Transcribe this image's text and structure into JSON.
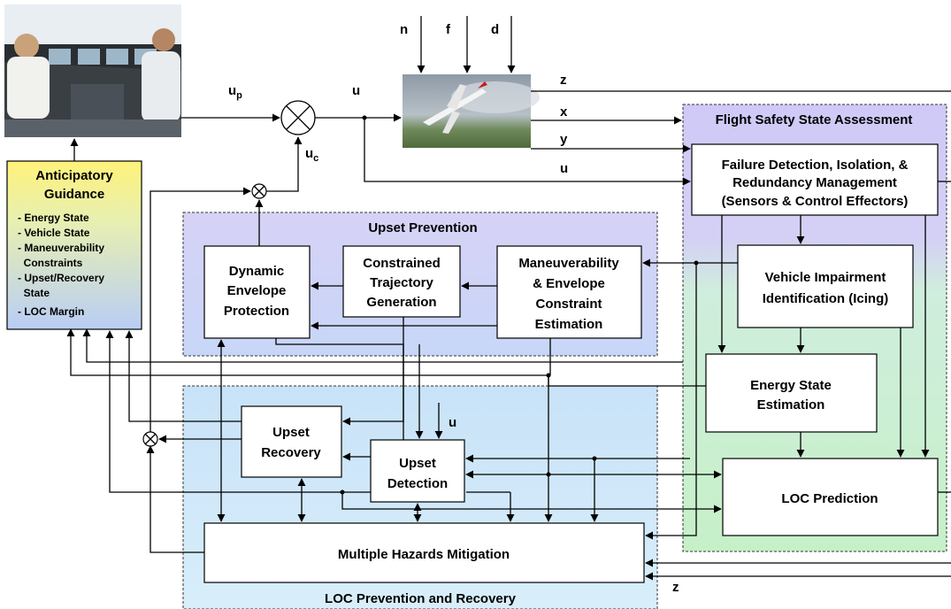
{
  "guidance": {
    "title_line1": "Anticipatory",
    "title_line2": "Guidance",
    "items": [
      "- Energy State",
      "- Vehicle State",
      "- Maneuverability",
      "  Constraints",
      "- Upset/Recovery",
      "  State",
      "- LOC Margin"
    ]
  },
  "signals": {
    "n": "n",
    "f": "f",
    "d": "d",
    "up": "u",
    "up_sub": "p",
    "uc": "u",
    "uc_sub": "c",
    "u": "u",
    "z": "z",
    "x": "x",
    "y": "y",
    "u_out": "u",
    "u_det": "u",
    "z_bottom": "z"
  },
  "regions": {
    "fssa": "Flight Safety State Assessment",
    "upset_prevention": "Upset Prevention",
    "loc_prevention": "LOC Prevention and Recovery"
  },
  "boxes": {
    "fdir": [
      "Failure Detection, Isolation, &",
      "Redundancy Management",
      "(Sensors & Control Effectors)"
    ],
    "vii": [
      "Vehicle Impairment",
      "Identification (Icing)"
    ],
    "energy": [
      "Energy State",
      "Estimation"
    ],
    "loc_pred": [
      "LOC Prediction"
    ],
    "dep": [
      "Dynamic",
      "Envelope",
      "Protection"
    ],
    "ctg": [
      "Constrained",
      "Trajectory",
      "Generation"
    ],
    "mece": [
      "Maneuverability",
      "& Envelope",
      "Constraint",
      "Estimation"
    ],
    "recovery": [
      "Upset",
      "Recovery"
    ],
    "detection": [
      "Upset",
      "Detection"
    ],
    "mhm": [
      "Multiple Hazards Mitigation"
    ]
  },
  "colors": {
    "guidance_top": "#fff27a",
    "guidance_bottom": "#b9cdf5",
    "upset_prev_bg": "#cfcdf5",
    "loc_bg": "#cfe8f8",
    "fssa_top": "#cfc9f7",
    "fssa_bottom": "#c9f0cf"
  },
  "images": {
    "cockpit": "cockpit-photo",
    "aircraft": "aircraft-photo"
  }
}
